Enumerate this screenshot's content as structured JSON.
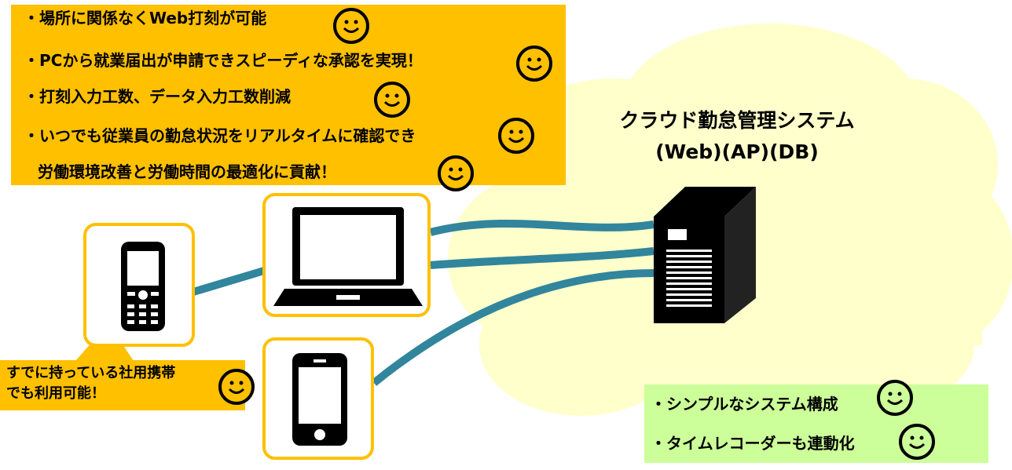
{
  "benefits": [
    "・場所に関係なくWeb打刻が可能",
    "・PCから就業届出が申請できスピーディな承認を実現！",
    "・打刻入力工数、データ入力工数削減",
    "・いつでも従業員の勤怠状況をリアルタイムに確認でき",
    "労働環境改善と労働時間の最適化に貢献！"
  ],
  "server": {
    "title_line1": "クラウド勤怠管理システム",
    "title_line2": "(Web)(AP)(DB)"
  },
  "callout": {
    "line1": "すでに持っている社用携帯",
    "line2": "でも利用可能！"
  },
  "system_points": [
    "・シンプルなシステム構成",
    "・タイムレコーダーも連動化"
  ],
  "colors": {
    "accent_orange": "#FFC000",
    "cloud_yellow": "#FFFFCC",
    "connector_teal": "#31859C",
    "green_box": "#CCFF99"
  },
  "icons": {
    "smiley": "smiley-face-icon",
    "feature_phone": "feature-phone-icon",
    "laptop": "laptop-icon",
    "smartphone": "smartphone-icon",
    "server": "server-tower-icon",
    "cloud": "cloud-shape"
  }
}
